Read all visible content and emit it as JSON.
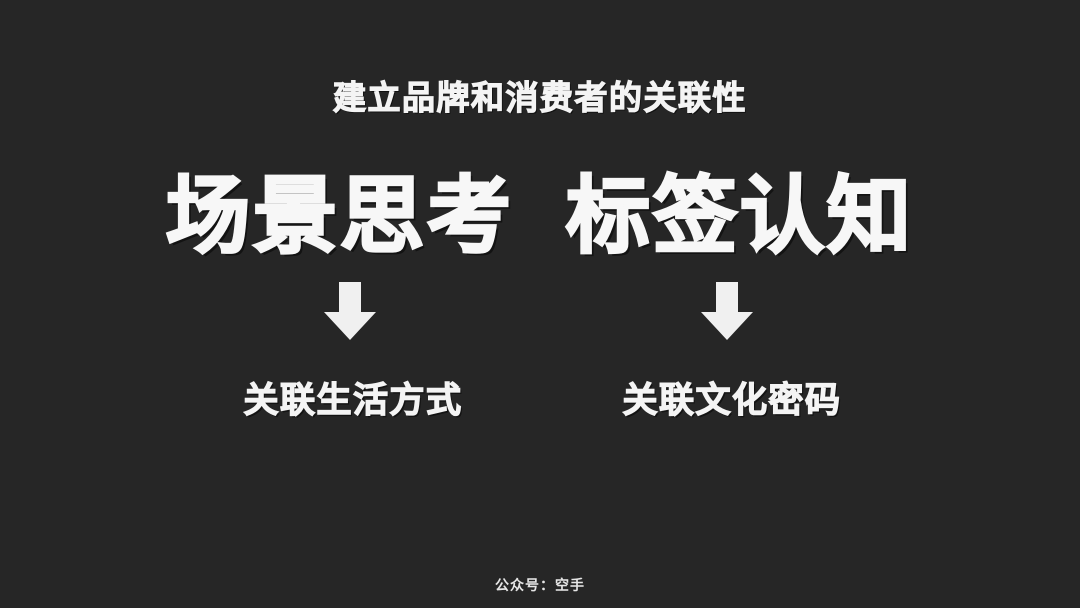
{
  "slide": {
    "background_color": "#262626",
    "text_color": "#f5f5f5",
    "heading": "建立品牌和消费者的关联性",
    "title": {
      "left_word": "场景思考",
      "right_word": "标签认知"
    },
    "arrows": {
      "left_icon": "arrow-down-icon",
      "right_icon": "arrow-down-icon"
    },
    "branches": {
      "left_label": "关联生活方式",
      "right_label": "关联文化密码"
    },
    "footer": "公众号：空手"
  }
}
